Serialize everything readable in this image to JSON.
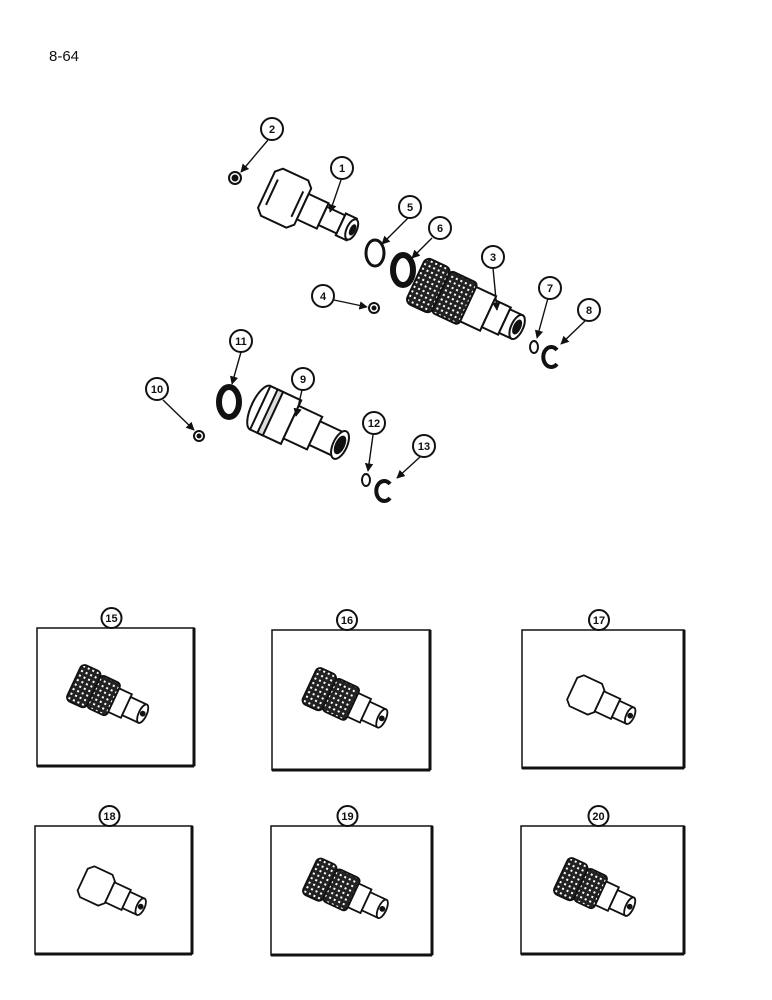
{
  "page": {
    "number": "8-64"
  },
  "callouts": [
    "1",
    "2",
    "3",
    "4",
    "5",
    "6",
    "7",
    "8",
    "9",
    "10",
    "11",
    "12",
    "13"
  ],
  "panels": [
    {
      "label": "15",
      "style": "female"
    },
    {
      "label": "16",
      "style": "female-long"
    },
    {
      "label": "17",
      "style": "male-hex"
    },
    {
      "label": "18",
      "style": "male-hex"
    },
    {
      "label": "19",
      "style": "female-long"
    },
    {
      "label": "20",
      "style": "female"
    }
  ]
}
